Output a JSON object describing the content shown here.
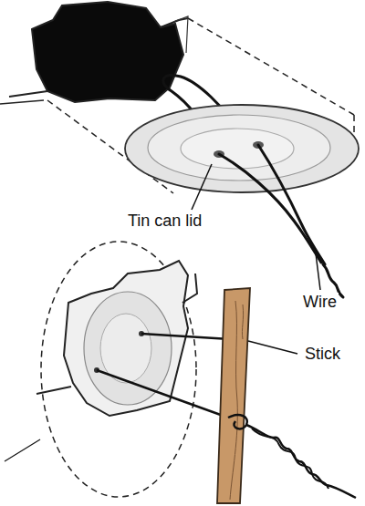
{
  "diagram": {
    "labels": [
      "Tin can lid",
      "Wire",
      "Stick"
    ]
  }
}
